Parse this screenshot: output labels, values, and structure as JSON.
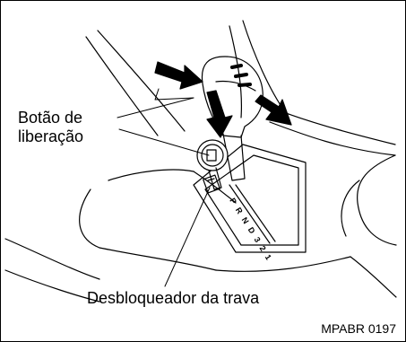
{
  "labels": {
    "release_button_line1": "Botão de",
    "release_button_line2": "liberação",
    "lock_release": "Desbloqueador da trava"
  },
  "figure_code": "MPABR 0197",
  "gate_letters": "P R N D 3 2 1",
  "colors": {
    "line": "#000000",
    "background": "#ffffff"
  }
}
